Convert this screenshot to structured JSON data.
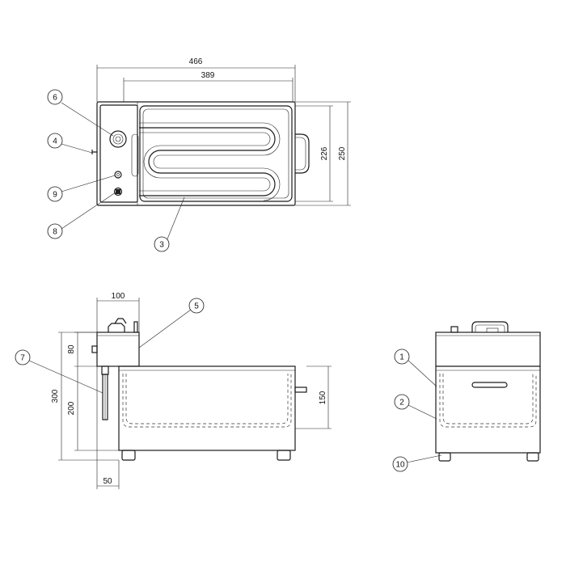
{
  "dimensions": {
    "overall_width": "466",
    "inner_width": "389",
    "inner_depth": "226",
    "overall_depth": "250",
    "control_width": "100",
    "control_height": "80",
    "overall_height": "300",
    "tank_height": "200",
    "oil_depth": "150",
    "leg_offset": "50"
  },
  "callouts": [
    "1",
    "2",
    "3",
    "4",
    "5",
    "6",
    "7",
    "8",
    "9",
    "10"
  ]
}
